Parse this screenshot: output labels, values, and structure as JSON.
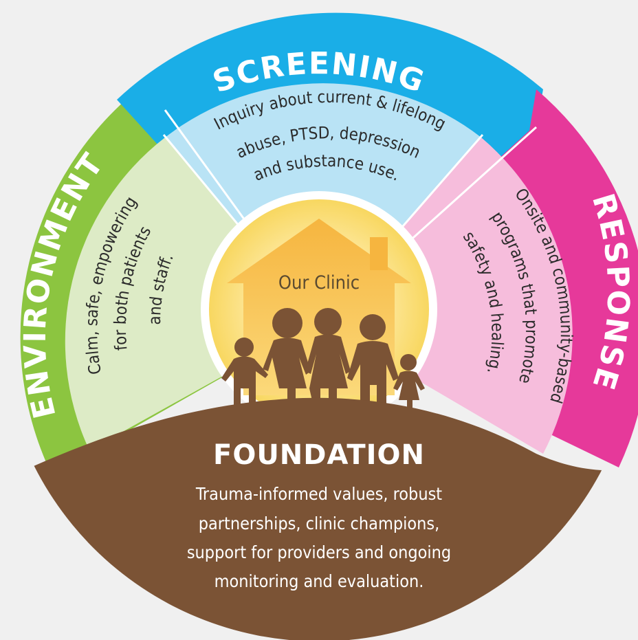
{
  "sections": {
    "screening": {
      "title": "SCREENING",
      "lines": [
        "Inquiry about current & lifelong",
        "abuse, PTSD, depression",
        "and substance use."
      ],
      "ring_color": "#1aaee7",
      "inner_color": "#b9e3f5"
    },
    "response": {
      "title": "RESPONSE",
      "lines": [
        "Onsite and community-based",
        "programs that promote",
        "safety and healing."
      ],
      "ring_color": "#e6399a",
      "inner_color": "#f6bddc"
    },
    "environment": {
      "title": "ENVIRONMENT",
      "lines": [
        "Calm, safe, empowering",
        "for both patients",
        "and staff."
      ],
      "ring_color": "#8cc540",
      "inner_color": "#ddebc6"
    },
    "foundation": {
      "title": "FOUNDATION",
      "lines": [
        "Trauma-informed values, robust",
        "partnerships, clinic champions,",
        "support for providers and ongoing",
        "monitoring and evaluation."
      ],
      "color": "#7b5335"
    }
  },
  "center": {
    "label": "Our Clinic",
    "house_color": "#f9c04a",
    "sun_color": "#fde79a",
    "family_icon": "family-silhouette-icon",
    "house_icon": "house-icon"
  },
  "background_color": "#f0f0f0"
}
